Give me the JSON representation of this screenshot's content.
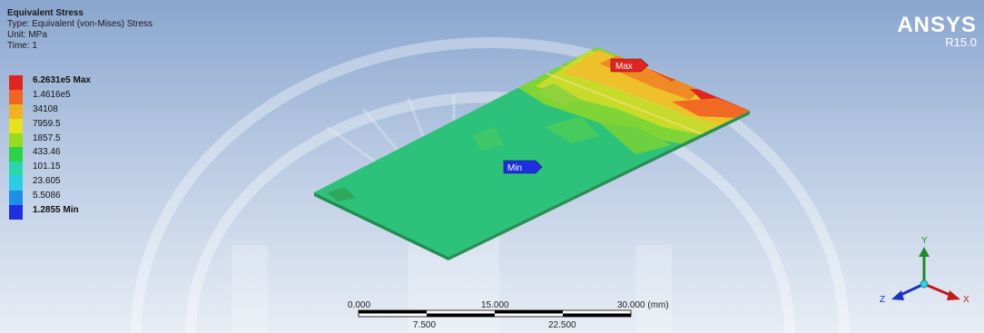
{
  "result": {
    "title": "Equivalent Stress",
    "type": "Type: Equivalent (von-Mises) Stress",
    "unit": "Unit: MPa",
    "time": "Time: 1"
  },
  "legend": [
    {
      "label": "6.2631e5 Max",
      "color": "#e0241f",
      "bold": true
    },
    {
      "label": "1.4616e5",
      "color": "#f0641e",
      "bold": false
    },
    {
      "label": "34108",
      "color": "#f0b21e",
      "bold": false
    },
    {
      "label": "7959.5",
      "color": "#e6e21e",
      "bold": false
    },
    {
      "label": "1857.5",
      "color": "#96dc1e",
      "bold": false
    },
    {
      "label": "433.46",
      "color": "#2ad24a",
      "bold": false
    },
    {
      "label": "101.15",
      "color": "#2ad6ac",
      "bold": false
    },
    {
      "label": "23.605",
      "color": "#28cde6",
      "bold": false
    },
    {
      "label": "5.5086",
      "color": "#1e8ee8",
      "bold": false
    },
    {
      "label": "1.2855 Min",
      "color": "#1e2ee0",
      "bold": true
    }
  ],
  "brand": {
    "name": "ANSYS",
    "version": "R15.0"
  },
  "probes": {
    "max": "Max",
    "min": "Min"
  },
  "scale": {
    "top_labels": [
      "0.000",
      "15.000",
      "30.000 (mm)"
    ],
    "bottom_labels": [
      "7.500",
      "22.500"
    ]
  },
  "triad": {
    "y": "Y",
    "z": "Z",
    "x": "X"
  }
}
